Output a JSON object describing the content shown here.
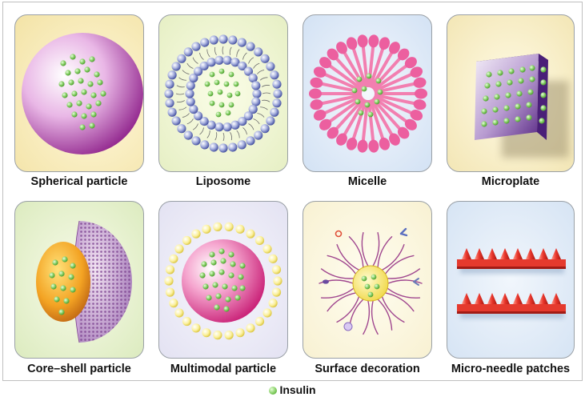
{
  "panels": [
    {
      "caption": "Spherical particle",
      "icon": "spherical-particle-illustration",
      "bg": "#f6e9b8"
    },
    {
      "caption": "Liposome",
      "icon": "liposome-illustration",
      "bg": "#eaf3c9"
    },
    {
      "caption": "Micelle",
      "icon": "micelle-illustration",
      "bg": "#dbe8f6"
    },
    {
      "caption": "Microplate",
      "icon": "microplate-illustration",
      "bg": "#f6ecc3"
    },
    {
      "caption": "Core–shell particle",
      "icon": "core-shell-particle-illustration",
      "bg": "#e4f0c8"
    },
    {
      "caption": "Multimodal particle",
      "icon": "multimodal-particle-illustration",
      "bg": "#ecebf6"
    },
    {
      "caption": "Surface decoration",
      "icon": "surface-decoration-illustration",
      "bg": "#fbf6dc"
    },
    {
      "caption": "Micro-needle patches",
      "icon": "micro-needle-patches-illustration",
      "bg": "#dde9f6"
    }
  ],
  "legend": {
    "label": "Insulin",
    "color": "#7cc95a"
  }
}
